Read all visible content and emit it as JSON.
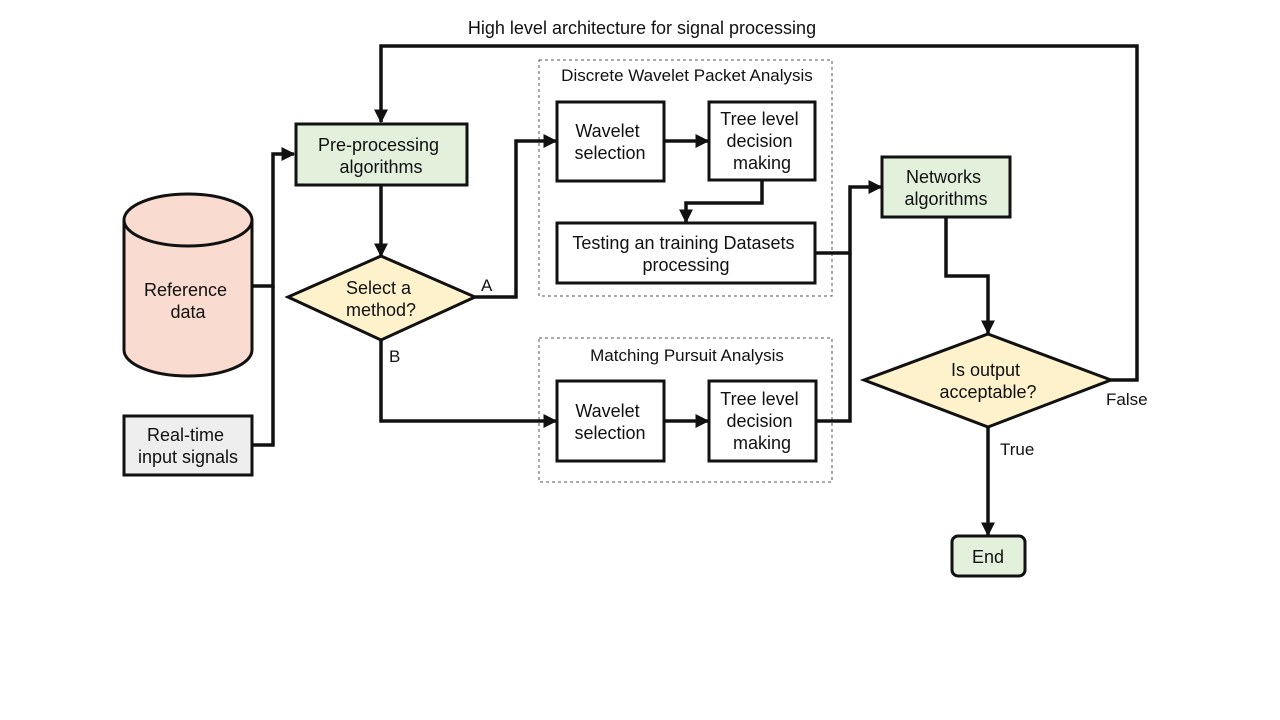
{
  "title": "High level architecture for signal processing",
  "colors": {
    "green": "#e3f0dc",
    "yellow": "#fdf2cc",
    "pink": "#fadbcf",
    "gray": "#eeeeee",
    "white": "#ffffff",
    "stroke": "#111111"
  },
  "nodes": {
    "reference_data": [
      "Reference",
      "data"
    ],
    "realtime_input": [
      "Real-time",
      "input signals"
    ],
    "preprocessing": [
      "Pre-processing",
      "algorithms"
    ],
    "select_method": [
      "Select a",
      "method?"
    ],
    "dwpa_wavelet": [
      "Wavelet",
      "selection"
    ],
    "dwpa_tree": [
      "Tree level",
      "decision",
      "making"
    ],
    "dwpa_testing": [
      "Testing an training Datasets",
      "processing"
    ],
    "mp_wavelet": [
      "Wavelet",
      "selection"
    ],
    "mp_tree": [
      "Tree level",
      "decision",
      "making"
    ],
    "networks": [
      "Networks",
      "algorithms"
    ],
    "is_output": [
      "Is output",
      "acceptable?"
    ],
    "end": [
      "End"
    ]
  },
  "groups": {
    "dwpa": "Discrete Wavelet Packet Analysis",
    "mp": "Matching Pursuit Analysis"
  },
  "edge_labels": {
    "a": "A",
    "b": "B",
    "false": "False",
    "true": "True"
  }
}
